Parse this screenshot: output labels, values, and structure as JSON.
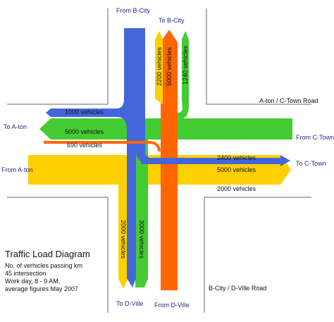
{
  "caption": {
    "title": "Traffic Load Diagram",
    "lines": [
      "No. of verhicles passing km",
      "45 intersection",
      "Work day, 8 - 9 AM,",
      "average figures May 2007"
    ]
  },
  "roads": {
    "east_west": "A-ton / C-Town Road",
    "north_south": "B-City / D-Ville Road"
  },
  "destinations": {
    "from_b_city": "From B-City",
    "to_b_city": "To B-City",
    "to_a_ton": "To A-ton",
    "from_a_ton": "From A-ton",
    "from_c_town": "From C-Town",
    "to_c_town": "To C-Town",
    "to_d_ville": "To D-Ville",
    "from_d_ville": "From D-Ville"
  },
  "colors": {
    "blue": "#4466dd",
    "green": "#44cc33",
    "yellow": "#ffd000",
    "orange": "#ff6600",
    "road_line": "#666666"
  },
  "flows": [
    {
      "id": "from-b-city-blue",
      "color": "blue",
      "label": ""
    },
    {
      "id": "to-b-city-yellow",
      "color": "yellow",
      "label": "2200 vehicles"
    },
    {
      "id": "to-b-city-orange",
      "color": "orange",
      "label": "5000 vehicles"
    },
    {
      "id": "to-b-city-green",
      "color": "green",
      "label": "1240 vehicles"
    },
    {
      "id": "to-a-ton-blue",
      "color": "blue",
      "label": "1000 vehicles"
    },
    {
      "id": "to-a-ton-green",
      "color": "green",
      "label": "5000 vehicles"
    },
    {
      "id": "to-a-ton-orange",
      "color": "orange",
      "label": "690 vehicles"
    },
    {
      "id": "to-c-town-blue",
      "color": "blue",
      "label": "2400 vehicles"
    },
    {
      "id": "to-c-town-yellow",
      "color": "yellow",
      "label": "5000 vehicles"
    },
    {
      "id": "to-c-town-white",
      "color": "yellow",
      "label": "2000 vehicles"
    },
    {
      "id": "to-d-ville-yellow",
      "color": "yellow",
      "label": "2000 vehicles"
    },
    {
      "id": "to-d-ville-green",
      "color": "green",
      "label": "3000 vehicles"
    }
  ]
}
